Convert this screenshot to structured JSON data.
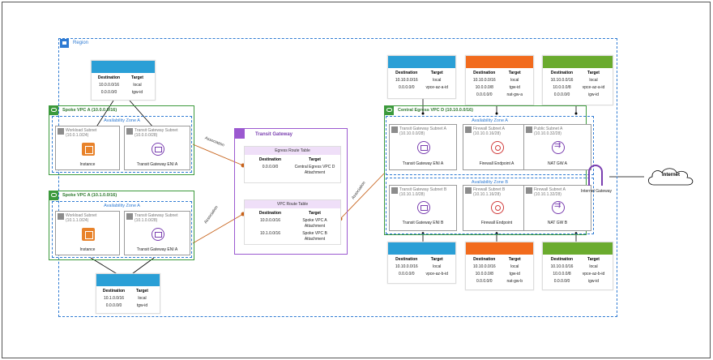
{
  "region": {
    "label": "Region"
  },
  "colors": {
    "blue": "#2a9fd6",
    "orange": "#f26b1d",
    "green": "#6aab2e",
    "purple": "#9b59d0"
  },
  "route_tables": {
    "spoke_a": {
      "cols": [
        "Destination",
        "Target"
      ],
      "rows": [
        [
          "10.0.0.0/16",
          "local"
        ],
        [
          "0.0.0.0/0",
          "tgw-id"
        ]
      ]
    },
    "spoke_b": {
      "cols": [
        "Destination",
        "Target"
      ],
      "rows": [
        [
          "10.1.0.0/16",
          "local"
        ],
        [
          "0.0.0.0/0",
          "tgw-id"
        ]
      ]
    },
    "egress_tgw_a": {
      "cols": [
        "Destination",
        "Target"
      ],
      "rows": [
        [
          "10.10.0.0/16",
          "local"
        ],
        [
          "0.0.0.0/0",
          "vpce-az-a-id"
        ]
      ]
    },
    "egress_fw_a": {
      "cols": [
        "Destination",
        "Target"
      ],
      "rows": [
        [
          "10.10.0.0/16",
          "local"
        ],
        [
          "10.0.0.0/8",
          "tgw-id"
        ],
        [
          "0.0.0.0/0",
          "nat-gw-a"
        ]
      ]
    },
    "egress_pub_a": {
      "cols": [
        "Destination",
        "Target"
      ],
      "rows": [
        [
          "10.10.0.0/16",
          "local"
        ],
        [
          "10.0.0.0/8",
          "vpce-az-a-id"
        ],
        [
          "0.0.0.0/0",
          "igw-id"
        ]
      ]
    },
    "egress_tgw_b": {
      "cols": [
        "Destination",
        "Target"
      ],
      "rows": [
        [
          "10.10.0.0/16",
          "local"
        ],
        [
          "0.0.0.0/0",
          "vpce-az-b-id"
        ]
      ]
    },
    "egress_fw_b": {
      "cols": [
        "Destination",
        "Target"
      ],
      "rows": [
        [
          "10.10.0.0/16",
          "local"
        ],
        [
          "10.0.0.0/8",
          "tgw-id"
        ],
        [
          "0.0.0.0/0",
          "nat-gw-b"
        ]
      ]
    },
    "egress_pub_b": {
      "cols": [
        "Destination",
        "Target"
      ],
      "rows": [
        [
          "10.10.0.0/16",
          "local"
        ],
        [
          "10.0.0.0/8",
          "vpce-az-b-id"
        ],
        [
          "0.0.0.0/0",
          "igw-id"
        ]
      ]
    }
  },
  "spoke_a": {
    "label": "Spoke VPC A (10.0.0.0/16)",
    "az": "Availability Zone A",
    "workload_subnet": {
      "name": "Workload Subnet",
      "cidr": "(10.0.1.0/24)"
    },
    "instance": "Instance",
    "tgw_subnet": {
      "name": "Transit Gateway Subnet",
      "cidr": "(10.0.0.0/28)"
    },
    "eni": "Transit Gateway ENI A"
  },
  "spoke_b": {
    "label": "Spoke VPC A (10.1.0.0/16)",
    "az": "Availability Zone A",
    "workload_subnet": {
      "name": "Workload Subnet",
      "cidr": "(10.1.1.0/24)"
    },
    "instance": "Instance",
    "tgw_subnet": {
      "name": "Transit Gateway Subnet",
      "cidr": "(10.1.0.0/28)"
    },
    "eni": "Transit Gateway ENI A"
  },
  "transit_gateway": {
    "title": "Transit Gateway",
    "egress_rt": {
      "title": "Egress Route Table",
      "cols": [
        "Destination",
        "Target"
      ],
      "rows": [
        [
          "0.0.0.0/0",
          "Central Egress VPC D Attachment"
        ]
      ]
    },
    "vpc_rt": {
      "title": "VPC Route Table",
      "cols": [
        "Destination",
        "Target"
      ],
      "rows": [
        [
          "10.0.0.0/16",
          "Spoke VPC A Attachment"
        ],
        [
          "10.1.0.0/16",
          "Spoke VPC B Attachment"
        ]
      ]
    }
  },
  "associations": {
    "a": "Association",
    "b": "Association",
    "c": "Association"
  },
  "egress_vpc": {
    "label": "Central Egress VPC D (10.10.0.0/16)",
    "az_a": "Availability Zone A",
    "az_b": "Availability Zone B",
    "tgw_subnet_a": {
      "name": "Transit Gateway Subnet A",
      "cidr": "(10.10.0.0/28)"
    },
    "fw_subnet_a": {
      "name": "Firewall Subnet A",
      "cidr": "(10.10.0.16/28)"
    },
    "pub_subnet_a": {
      "name": "Public Subnet A",
      "cidr": "(10.10.0.32/28)"
    },
    "eni_a": "Transit Gateway ENI A",
    "fw_a": "Firewall Endpoint A",
    "nat_a": "NAT GW A",
    "tgw_subnet_b": {
      "name": "Transit Gateway Subnet B",
      "cidr": "(10.10.1.0/28)"
    },
    "fw_subnet_b": {
      "name": "Firewall Subnet B",
      "cidr": "(10.10.1.16/28)"
    },
    "pub_subnet_b": {
      "name": "Firewall Subnet A",
      "cidr": "(10.10.1.32/28)"
    },
    "eni_b": "Transit Gateway ENI B",
    "fw_b": "Firewall Endpoint",
    "nat_b": "NAT GW B"
  },
  "igw": {
    "label": "Internet Gateway"
  },
  "internet": {
    "label": "Internet"
  }
}
